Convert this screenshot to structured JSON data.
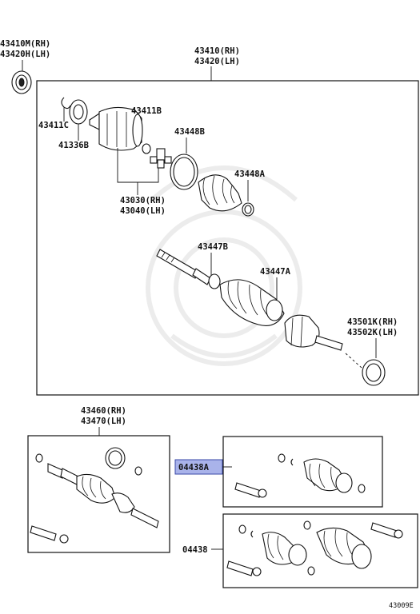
{
  "labels": {
    "l_43410m_rh": "43410M(RH)",
    "l_43420h_lh": "43420H(LH)",
    "l_43410_rh": "43410(RH)",
    "l_43420_lh": "43420(LH)",
    "l_43411b": "43411B",
    "l_43411c": "43411C",
    "l_41336b": "41336B",
    "l_43448b": "43448B",
    "l_43448a": "43448A",
    "l_43030_rh": "43030(RH)",
    "l_43040_lh": "43040(LH)",
    "l_43447b": "43447B",
    "l_43447a": "43447A",
    "l_43501k_rh": "43501K(RH)",
    "l_43502k_lh": "43502K(LH)",
    "l_43460_rh": "43460(RH)",
    "l_43470_lh": "43470(LH)",
    "l_04438a": "04438A",
    "l_04438": "04438",
    "l_figure_code": "43009E"
  },
  "colors": {
    "highlight_fill": "#a9b3ea",
    "highlight_stroke": "#3a48a8",
    "line": "#111111",
    "watermark": "#ececec"
  }
}
